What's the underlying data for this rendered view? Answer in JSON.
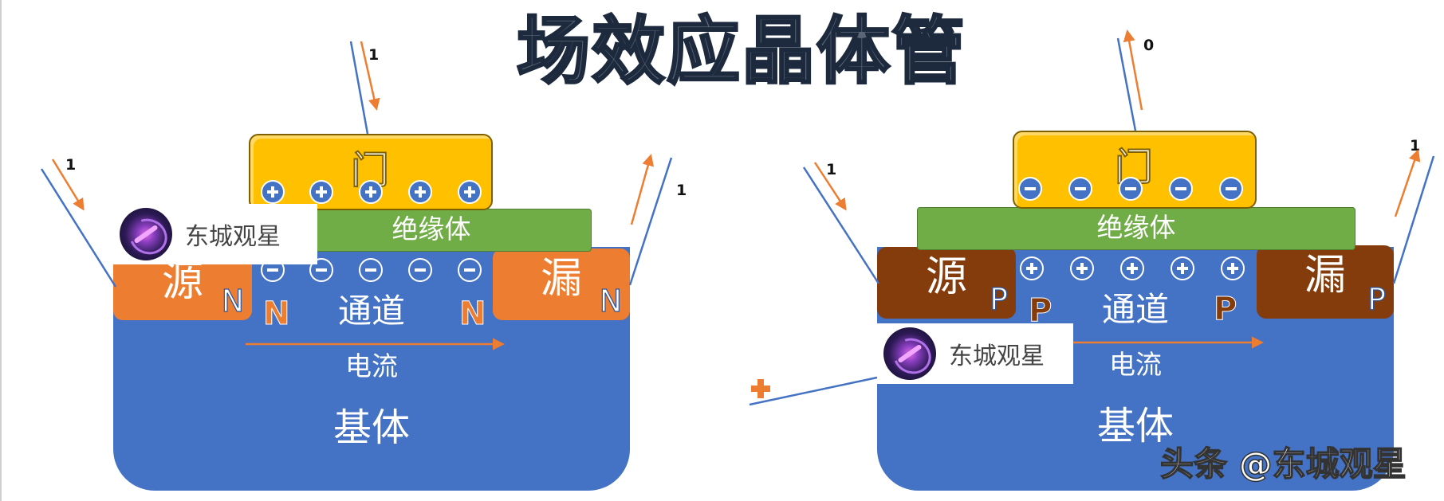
{
  "title": "场效应晶体管",
  "left": {
    "gate_label": "门",
    "insulator": "绝缘体",
    "source": "源",
    "source_type": "N",
    "drain": "漏",
    "drain_type": "N",
    "channel_type_left": "N",
    "channel_type_right": "N",
    "channel": "通道",
    "current": "电流",
    "substrate": "基体",
    "gate_charge": "plus",
    "channel_charge": "minus",
    "gate_signal": "1",
    "source_signal": "1",
    "drain_signal": "1"
  },
  "right": {
    "gate_label": "门",
    "insulator": "绝缘体",
    "source": "源",
    "source_type": "P",
    "drain": "漏",
    "drain_type": "P",
    "channel_type_left": "P",
    "channel_type_right": "P",
    "channel": "通道",
    "current": "电流",
    "substrate": "基体",
    "gate_charge": "minus",
    "channel_charge": "plus",
    "gate_signal": "0",
    "source_signal": "1",
    "drain_signal": "1"
  },
  "badges": [
    {
      "name": "东城观星"
    },
    {
      "name": "东城观星"
    }
  ],
  "watermark": "头条 @东城观星",
  "colors": {
    "substrate": "#4472c4",
    "gate": "#ffc000",
    "insulator": "#70ad47",
    "n_region": "#ed7d31",
    "p_region": "#843c0c",
    "wire": "#4472c4",
    "signal_arrow": "#ed7d31"
  }
}
